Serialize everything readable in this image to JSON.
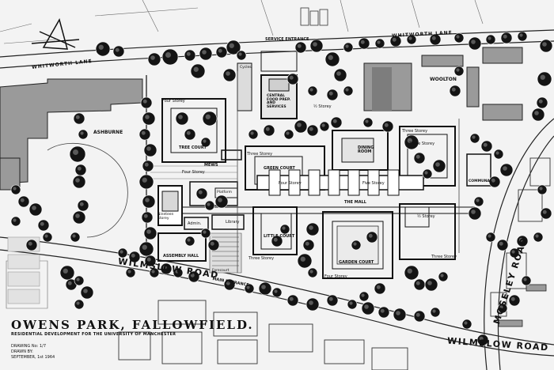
{
  "title": "OWENS PARK, FALLOWFIELD.",
  "subtitle_1": "RESIDENTIAL DEVELOPMENT FOR THE UNIVERSITY OF MANCHESTER",
  "subtitle_2": "",
  "drawing": {
    "number": "DRAWING No: 1/7",
    "drawn_by": "DRAWN BY:",
    "date": "SEPTEMBER, 1st 1964"
  },
  "roads": {
    "whitworth_lane_west": "WHITWORTH LANE",
    "whitworth_lane_east": "WHITWORTH LANE",
    "wilmslow_road_main": "WILMSLOW ROAD",
    "wilmslow_road_east": "WILMSLOW ROAD",
    "moseley_road": "MOSELEY ROAD"
  },
  "entrances": {
    "service": "SERVICE ENTRANCE",
    "main": "MAIN ENTRANCE"
  },
  "areas": {
    "ashburne": "ASHBURNE",
    "woolton": "WOOLTON",
    "tree_court": "TREE COURT",
    "mews": "MEWS",
    "central": "CENTRAL FOOD PREP. AND SERVICES",
    "green_court": "GREEN COURT",
    "dining_room": "DINING ROOM",
    "the_mall": "THE MALL",
    "little_court": "LITTLE COURT",
    "garden_court": "GARDEN COURT",
    "assembly_hall": "ASSEMBLY HALL",
    "library": "Library",
    "admin": "Admin.",
    "communal": "COMMUNAL",
    "nineteen_storey": "Nineteen Storey",
    "cycles": "Cycles",
    "platform": "Platform",
    "forecourt": "Forecourt"
  },
  "storey_labels": {
    "four_tree": "Four Storey",
    "four_mews": "Four Storey",
    "three_north": "Three Storey",
    "three_east": "Three Storey",
    "three_little": "Three Storey",
    "three_south": "Three Storey",
    "four_south": "Four Storey",
    "four_mall_w": "Four Storey",
    "five_mall_e": "Five Storey",
    "two_a": "½ Storey",
    "two_b": "½ Storey",
    "three_a": "Three Storey"
  }
}
